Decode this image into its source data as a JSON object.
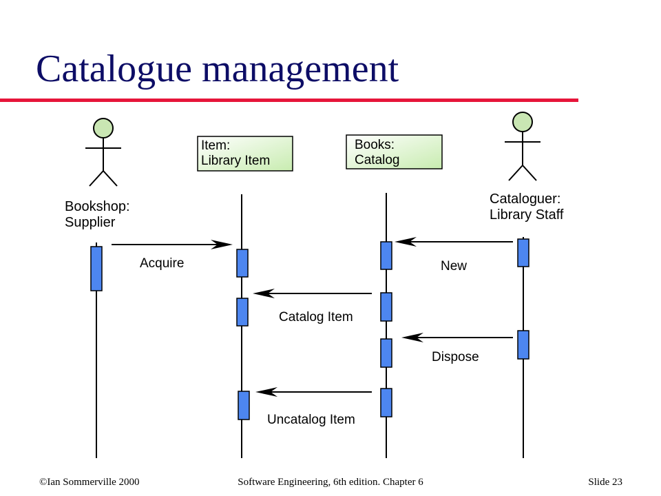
{
  "slide": {
    "title": "Catalogue management",
    "footer_left": "©Ian Sommerville 2000",
    "footer_center": "Software Engineering, 6th edition. Chapter 6",
    "footer_right": "Slide  23"
  },
  "diagram": {
    "actors": [
      {
        "id": "supplier",
        "line1": "Bookshop:",
        "line2": "Supplier"
      },
      {
        "id": "cataloguer",
        "line1": "Cataloguer:",
        "line2": "Library Staff"
      }
    ],
    "objects": [
      {
        "id": "item",
        "line1": "Item:",
        "line2": "Library Item"
      },
      {
        "id": "books",
        "line1": "Books:",
        "line2": "Catalog"
      }
    ],
    "messages": [
      {
        "id": "acquire",
        "label": "Acquire",
        "from": "supplier",
        "to": "item"
      },
      {
        "id": "new",
        "label": "New",
        "from": "cataloguer",
        "to": "books"
      },
      {
        "id": "catalog",
        "label": "Catalog Item",
        "from": "books",
        "to": "item"
      },
      {
        "id": "dispose",
        "label": "Dispose",
        "from": "cataloguer",
        "to": "books"
      },
      {
        "id": "uncatalog",
        "label": "Uncatalog Item",
        "from": "books",
        "to": "item"
      }
    ],
    "colors": {
      "title": "#0d0d66",
      "rule": "#e6153a",
      "actor_head": "#c9e6b3",
      "activation": "#4d86f0",
      "object_box_gradient": [
        "#ffffff",
        "#c8ecb0"
      ]
    }
  }
}
